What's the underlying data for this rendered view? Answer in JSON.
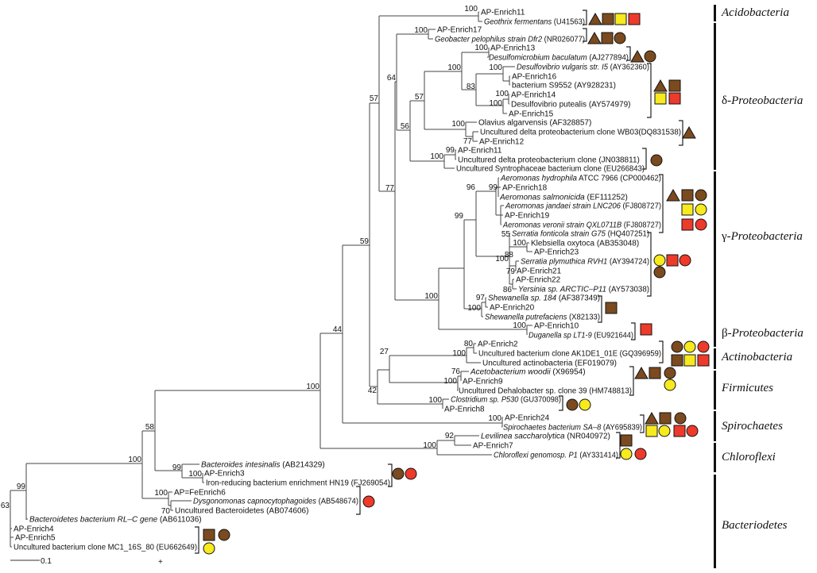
{
  "colors": {
    "brown": "#7b4a1f",
    "yellow": "#f7ea1e",
    "red": "#ee3a2a"
  },
  "leaves": [
    {
      "i": "",
      "t": "AP-Enrich11"
    },
    {
      "i": "Geothrix fermentans",
      "t": " (U41563)"
    },
    {
      "i": "",
      "t": "AP-Enrich17"
    },
    {
      "i": "Geobacter pelophilus strain Dfr2",
      "t": " (NR026077)"
    },
    {
      "i": "",
      "t": "AP-Enrich13"
    },
    {
      "i": "Desulfomicrobium baculatum",
      "t": " (AJ277894)"
    },
    {
      "i": "Desulfovibrio vulgaris str. I5",
      "t": " (AY362360)"
    },
    {
      "i": "",
      "t": "AP-Enrich16"
    },
    {
      "i": "",
      "t": "bacterium S9552 (AY928231)"
    },
    {
      "i": "",
      "t": "AP-Enrich14"
    },
    {
      "i": "",
      "t": "Desulfovibrio putealis (AY574979)"
    },
    {
      "i": "",
      "t": "AP-Enrich15"
    },
    {
      "i": "",
      "t": "Olavius algarvensis (AF328857)"
    },
    {
      "i": "",
      "t": "Uncultured delta proteobacterium clone WB03(DQ831538)"
    },
    {
      "i": "",
      "t": "AP-Enrich12"
    },
    {
      "i": "",
      "t": "AP-Enrich11"
    },
    {
      "i": "",
      "t": "Uncultured delta proteobacterium clone (JN038811)"
    },
    {
      "i": "",
      "t": "Uncultured Syntrophaceae bacterium clone (EU266843)"
    },
    {
      "i": "Aeromonas hydrophila",
      "t": " ATCC 7966 (CP000462)"
    },
    {
      "i": "",
      "t": "AP-Enrich18"
    },
    {
      "i": "Aeromonas salmonicida",
      "t": " (EF111252)"
    },
    {
      "i": "Aeromonas jandaei strain LNC206",
      "t": " (FJ808727)"
    },
    {
      "i": "",
      "t": "AP-Enrich19"
    },
    {
      "i": "Aeromonas veronii strain QXL0711B",
      "t": " (FJ808727)"
    },
    {
      "i": "Serratia fonticola strain G75",
      "t": " (HQ407251)"
    },
    {
      "i": "",
      "t": "Klebsiella oxytoca (AB353048)"
    },
    {
      "i": "",
      "t": "AP-Enrich23"
    },
    {
      "i": "Serratia plymuthica RVH1",
      "t": " (AY394724)"
    },
    {
      "i": "",
      "t": "AP-Enrich21"
    },
    {
      "i": "",
      "t": "AP-Enrich22"
    },
    {
      "i": "Yersinia sp. ARCTIC–P11",
      "t": " (AY573038)"
    },
    {
      "i": "Shewanella sp. 184",
      "t": " (AF387349)"
    },
    {
      "i": "",
      "t": "AP-Enrich20"
    },
    {
      "i": "Shewanella putrefaciens",
      "t": " (X82133)"
    },
    {
      "i": "",
      "t": "AP-Enrich10"
    },
    {
      "i": "Duganella sp LT1-9",
      "t": " (EU921644)"
    },
    {
      "i": "",
      "t": "AP-Enrich2"
    },
    {
      "i": "",
      "t": "Uncultured bacterium clone AK1DE1_01E (GQ396959)"
    },
    {
      "i": "",
      "t": "Uncultured actinobacteria (EF019079)"
    },
    {
      "i": "Acetobacterium woodii",
      "t": " (X96954)"
    },
    {
      "i": "",
      "t": "AP-Enrich9"
    },
    {
      "i": "",
      "t": "Uncultured Dehalobacter sp. clone 39 (HM748813)"
    },
    {
      "i": "Clostridium sp. P530",
      "t": " (GU370098)"
    },
    {
      "i": "",
      "t": "AP-Enrich8"
    },
    {
      "i": "",
      "t": "AP-Enrich24"
    },
    {
      "i": "Spirochaetes bacterium SA–8",
      "t": " (AY695839)"
    },
    {
      "i": "Levilinea saccharolytica",
      "t": " (NR040972)"
    },
    {
      "i": "",
      "t": "AP-Enrich7"
    },
    {
      "i": "Chloroflexi genomosp. P1",
      "t": " (AY331414)"
    },
    {
      "i": "Bacteroides intesinalis",
      "t": " (AB214329)"
    },
    {
      "i": "",
      "t": "AP-Enrich3"
    },
    {
      "i": "",
      "t": "Iron-reducing bacterium enrichment HN19 (FJ269054)"
    },
    {
      "i": "",
      "t": "AP=FeEnrich6"
    },
    {
      "i": "Dysgonomonas capnocytophagoides",
      "t": " (AB548674)"
    },
    {
      "i": "",
      "t": "Uncultured Bacteroidetes (AB074606)"
    },
    {
      "i": "Bacteroidetes bacterium RL–C gene",
      "t": " (AB611036)"
    },
    {
      "i": "",
      "t": "AP-Enrich4"
    },
    {
      "i": "",
      "t": "AP-Enrich5"
    },
    {
      "i": "",
      "t": "Uncultured bacterium clone MC1_16S_80 (EU662649)"
    }
  ],
  "bootstraps": [
    "100",
    "100",
    "64",
    "57",
    "100",
    "100",
    "83",
    "100",
    "100",
    "100",
    "57",
    "56",
    "100",
    "77",
    "99",
    "100",
    "77",
    "99",
    "96",
    "55",
    "100",
    "88",
    "100",
    "79",
    "86",
    "99",
    "97",
    "100",
    "100",
    "100",
    "59",
    "80",
    "100",
    "27",
    "76",
    "100",
    "42",
    "100",
    "44",
    "100",
    "100",
    "92",
    "100",
    "58",
    "100",
    "99",
    "100",
    "100",
    "70",
    "99",
    "63"
  ],
  "icon_groups": [
    [
      "triangle-brown",
      "square-brown",
      "square-yellow",
      "square-red"
    ],
    [
      "triangle-brown",
      "square-brown",
      "circle-brown"
    ],
    [
      "triangle-brown",
      "circle-brown"
    ],
    [
      "triangle-brown",
      "square-brown",
      "square-yellow",
      "square-red"
    ],
    [
      "triangle-brown"
    ],
    [
      "circle-brown"
    ],
    [
      "triangle-brown",
      "square-brown",
      "circle-brown",
      "square-yellow",
      "circle-yellow",
      "square-red",
      "circle-red"
    ],
    [
      "circle-yellow",
      "square-red",
      "circle-red",
      "circle-brown"
    ],
    [
      "square-brown"
    ],
    [
      "square-red"
    ],
    [
      "circle-brown",
      "circle-yellow",
      "circle-red",
      "square-brown",
      "square-yellow",
      "square-red"
    ],
    [
      "triangle-brown",
      "square-brown",
      "circle-brown",
      "circle-yellow"
    ],
    [
      "circle-brown",
      "circle-yellow"
    ],
    [
      "triangle-brown",
      "square-brown",
      "circle-brown",
      "square-yellow",
      "circle-yellow",
      "square-red",
      "circle-red"
    ],
    [
      "square-brown",
      "circle-yellow",
      "circle-red"
    ],
    [
      "circle-brown",
      "circle-red"
    ],
    [
      "circle-red"
    ],
    [
      "square-brown",
      "circle-brown",
      "circle-yellow"
    ]
  ],
  "clades": [
    {
      "prefix": "",
      "name": "Acidobacteria"
    },
    {
      "prefix": "δ-",
      "name": "Proteobacteria"
    },
    {
      "prefix": "γ-",
      "name": "Proteobacteria"
    },
    {
      "prefix": "β-",
      "name": "Proteobacteria"
    },
    {
      "prefix": "",
      "name": "Actinobacteria"
    },
    {
      "prefix": "",
      "name": "Firmicutes"
    },
    {
      "prefix": "",
      "name": "Spirochaetes"
    },
    {
      "prefix": "",
      "name": "Chloroflexi"
    },
    {
      "prefix": "",
      "name": "Bacteriodetes"
    }
  ],
  "scale_bar": {
    "label": "0.1"
  },
  "marker": "+"
}
